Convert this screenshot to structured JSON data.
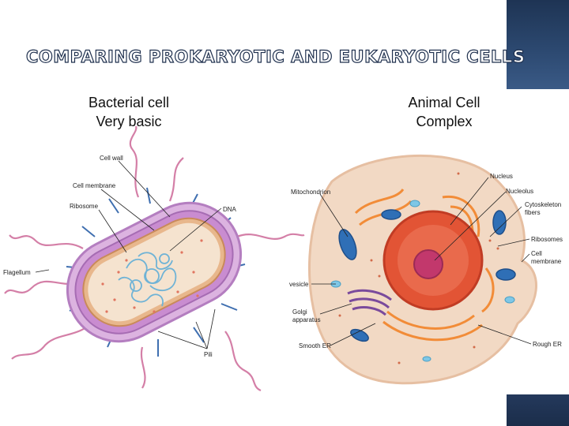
{
  "slide": {
    "title": "COMPARING PROKARYOTIC AND EUKARYOTIC CELLS",
    "left_heading": [
      "Bacterial cell",
      "Very basic"
    ],
    "right_heading": [
      "Animal Cell",
      "Complex"
    ]
  },
  "bacterial_labels": {
    "cell_wall": "Cell wall",
    "cell_membrane": "Cell membrane",
    "ribosome": "Ribosome",
    "dna": "DNA",
    "flagellum": "Flagellum",
    "pili": "Pili"
  },
  "animal_labels": {
    "mitochondrion": "Mitochondrion",
    "nucleus": "Nucleus",
    "nucleolus": "Nucleolus",
    "cytoskeleton": [
      "Cytoskeleton",
      "fibers"
    ],
    "ribosomes": "Ribosomes",
    "cell_membrane": [
      "Cell",
      "membrane"
    ],
    "vesicle": "vesicle",
    "golgi": [
      "Golgi",
      "apparatus"
    ],
    "smooth_er": "Smooth ER",
    "rough_er": "Rough ER"
  },
  "colors": {
    "title_outline": "#20314f",
    "accent_navy": "#1e3454",
    "bacterium_wall": "#c98cd0",
    "flagella": "#d47fa7",
    "cytoplasm": "#f2d9c4",
    "dna": "#6fb3d6",
    "nucleus": "#e25435",
    "mitochondria": "#2f6fb6",
    "golgi_er": "#f28c38"
  }
}
